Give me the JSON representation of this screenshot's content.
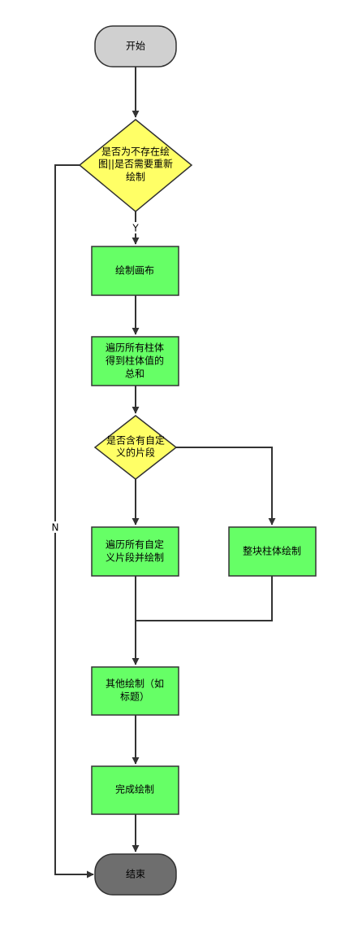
{
  "flowchart": {
    "nodes": {
      "start": {
        "text": "开始"
      },
      "decision_redraw": {
        "lines": [
          "是否为不存在绘",
          "图||是否需要重新",
          "绘制"
        ]
      },
      "draw_canvas": {
        "text": "绘制画布"
      },
      "sum_bars": {
        "lines": [
          "遍历所有柱体",
          "得到柱体值的",
          "总和"
        ]
      },
      "decision_segments": {
        "lines": [
          "是否含有自定",
          "义的片段"
        ]
      },
      "draw_segments": {
        "lines": [
          "遍历所有自定",
          "义片段并绘制"
        ]
      },
      "draw_whole_bar": {
        "text": "整块柱体绘制"
      },
      "draw_others": {
        "lines": [
          "其他绘制（如",
          "标题）"
        ]
      },
      "finish_drawing": {
        "text": "完成绘制"
      },
      "end": {
        "text": "结束"
      }
    },
    "edge_labels": {
      "yes": "Y",
      "no": "N"
    },
    "colors": {
      "terminal_start": "#d0d0d0",
      "terminal_end": "#6e6e6e",
      "process": "#66ff66",
      "decision": "#ffff66",
      "stroke": "#333333"
    }
  }
}
